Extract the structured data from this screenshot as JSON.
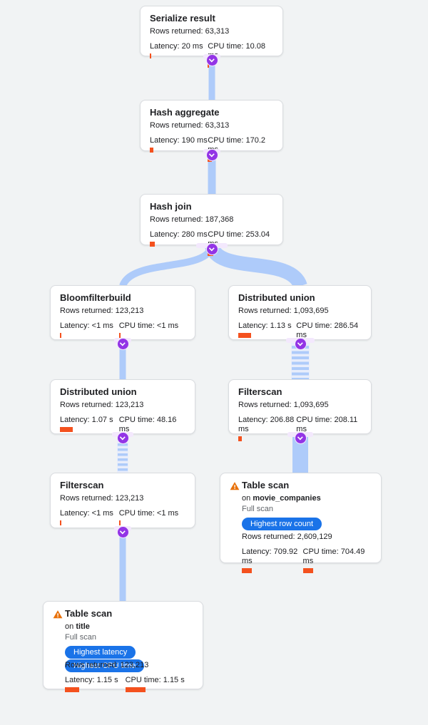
{
  "app": {
    "background": "#f1f3f4",
    "bar_orange": "#f4511e",
    "warning_orange": "#e8710a",
    "badge_blue": "#1a73e8",
    "edge_blue": "#aecbfa",
    "port_purple": "#9334e6"
  },
  "nodes": [
    {
      "title": "Serialize result",
      "rows": "Rows returned: 63,313",
      "latency": "Latency: 20 ms",
      "cpu": "CPU time: 10.08 ms",
      "latency_bar": 2,
      "cpu_bar": 2
    },
    {
      "title": "Hash aggregate",
      "rows": "Rows returned: 63,313",
      "latency": "Latency: 190 ms",
      "cpu": "CPU time: 170.2 ms",
      "latency_bar": 5,
      "cpu_bar": 6
    },
    {
      "title": "Hash join",
      "rows": "Rows returned: 187,368",
      "latency": "Latency: 280 ms",
      "cpu": "CPU time: 253.04 ms",
      "latency_bar": 7,
      "cpu_bar": 8
    },
    {
      "title": "Bloomfilterbuild",
      "rows": "Rows returned: 123,213",
      "latency": "Latency: <1 ms",
      "cpu": "CPU time: <1 ms",
      "latency_bar": 2,
      "cpu_bar": 2
    },
    {
      "title": "Distributed union",
      "rows": "Rows returned: 1,093,695",
      "latency": "Latency: 1.13 s",
      "cpu": "CPU time: 286.54 ms",
      "latency_bar": 18,
      "cpu_bar": 7
    },
    {
      "title": "Distributed union",
      "rows": "Rows returned: 123,213",
      "latency": "Latency: 1.07 s",
      "cpu": "CPU time: 48.16 ms",
      "latency_bar": 18,
      "cpu_bar": 2
    },
    {
      "title": "Filterscan",
      "rows": "Rows returned: 1,093,695",
      "latency": "Latency: 206.88 ms",
      "cpu": "CPU time: 208.11 ms",
      "latency_bar": 5,
      "cpu_bar": 8
    },
    {
      "title": "Filterscan",
      "rows": "Rows returned: 123,213",
      "latency": "Latency: <1 ms",
      "cpu": "CPU time: <1 ms",
      "latency_bar": 2,
      "cpu_bar": 2
    },
    {
      "title": "Table scan",
      "on_label": "on",
      "table": "movie_companies",
      "scan_type": "Full scan",
      "badges": [
        "Highest row count"
      ],
      "rows": "Rows returned: 2,609,129",
      "latency": "Latency: 709.92 ms",
      "cpu": "CPU time: 704.49 ms",
      "latency_bar": 14,
      "cpu_bar": 14
    },
    {
      "title": "Table scan",
      "on_label": "on",
      "table": "title",
      "scan_type": "Full scan",
      "badges": [
        "Highest latency",
        "Highest CPU time"
      ],
      "rows": "Rows returned: 123,213",
      "latency": "Latency: 1.15 s",
      "cpu": "CPU time: 1.15 s",
      "latency_bar": 20,
      "cpu_bar": 28
    }
  ],
  "edges": [
    {
      "from": "Serialize result",
      "to": "Hash aggregate",
      "style": "solid"
    },
    {
      "from": "Hash aggregate",
      "to": "Hash join",
      "style": "solid"
    },
    {
      "from": "Hash join",
      "to": "Bloomfilterbuild",
      "style": "solid"
    },
    {
      "from": "Hash join",
      "to": "Distributed union (right)",
      "style": "solid"
    },
    {
      "from": "Bloomfilterbuild",
      "to": "Distributed union (left)",
      "style": "solid"
    },
    {
      "from": "Distributed union (left)",
      "to": "Filterscan (left)",
      "style": "striped"
    },
    {
      "from": "Filterscan (left)",
      "to": "Table scan on title",
      "style": "solid"
    },
    {
      "from": "Distributed union (right)",
      "to": "Filterscan (right)",
      "style": "striped"
    },
    {
      "from": "Filterscan (right)",
      "to": "Table scan on movie_companies",
      "style": "solid"
    }
  ]
}
